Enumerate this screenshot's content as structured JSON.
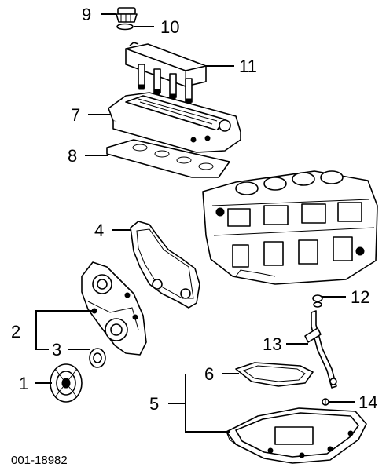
{
  "figure_id": "001-18982",
  "callouts": [
    {
      "number": "1",
      "part": "crankshaft-balancer"
    },
    {
      "number": "2",
      "part": "engine-front-cover"
    },
    {
      "number": "3",
      "part": "front-cover-oil-seal"
    },
    {
      "number": "4",
      "part": "front-cover-gasket"
    },
    {
      "number": "5",
      "part": "oil-pan"
    },
    {
      "number": "6",
      "part": "oil-pan-gasket"
    },
    {
      "number": "7",
      "part": "camshaft-cover"
    },
    {
      "number": "8",
      "part": "camshaft-cover-gasket"
    },
    {
      "number": "9",
      "part": "oil-fill-cap"
    },
    {
      "number": "10",
      "part": "oil-fill-cap-seal"
    },
    {
      "number": "11",
      "part": "ignition-coil-module"
    },
    {
      "number": "12",
      "part": "dipstick-tube-seal"
    },
    {
      "number": "13",
      "part": "oil-level-indicator-tube"
    },
    {
      "number": "14",
      "part": "dipstick-tube-bolt"
    }
  ]
}
